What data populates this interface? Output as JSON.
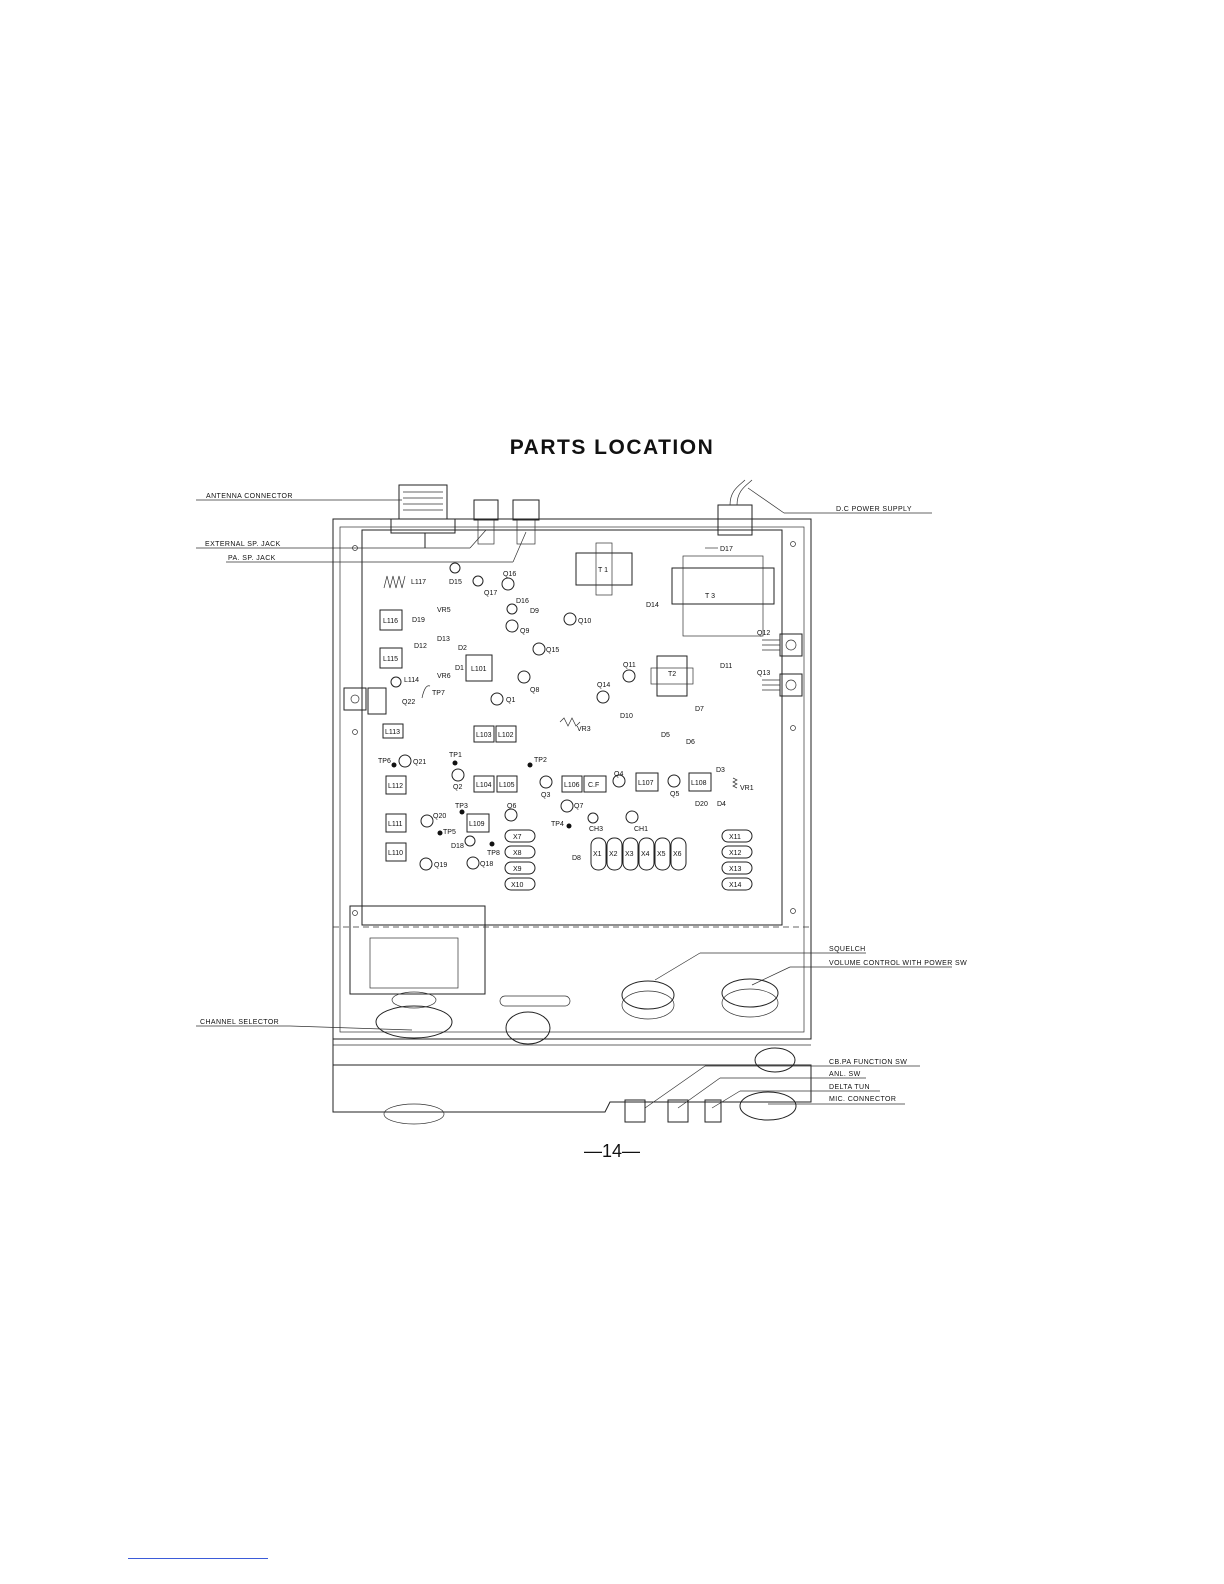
{
  "title": "PARTS LOCATION",
  "page_number": "—14—",
  "callouts": {
    "antenna": "ANTENNA CONNECTOR",
    "ext_sp": "EXTERNAL SP. JACK",
    "pa_sp": "PA. SP. JACK",
    "dc": "D.C POWER SUPPLY",
    "squelch": "SQUELCH",
    "volume": "VOLUME CONTROL WITH POWER SW",
    "channel": "CHANNEL SELECTOR",
    "cbpa": "CB.PA FUNCTION SW",
    "anl": "ANL. SW",
    "delta": "DELTA TUN",
    "mic": "MIC. CONNECTOR"
  },
  "components": {
    "L117": "L117",
    "D15": "D15",
    "Q16": "Q16",
    "Q17": "Q17",
    "D16": "D16",
    "D9": "D9",
    "Q9": "Q9",
    "Q10": "Q10",
    "L116": "L116",
    "D19": "D19",
    "VR5": "VR5",
    "D12": "D12",
    "D13": "D13",
    "D2": "D2",
    "D1": "D1",
    "VR6": "VR6",
    "L115": "L115",
    "L101": "L101",
    "Q15": "Q15",
    "Q8": "Q8",
    "L114": "L114",
    "TP7": "TP7",
    "Q22": "Q22",
    "Q1": "Q1",
    "T1": "T 1",
    "D17": "D17",
    "D14": "D14",
    "T3": "T 3",
    "Q12": "Q12",
    "Q13": "Q13",
    "T2": "T2",
    "D11": "D11",
    "Q11": "Q11",
    "Q14": "Q14",
    "D10": "D10",
    "D7": "D7",
    "VR3": "VR3",
    "D5": "D5",
    "D6": "D6",
    "L113": "L113",
    "L103": "L103",
    "L102": "L102",
    "TP1": "TP1",
    "TP2": "TP2",
    "TP6": "TP6",
    "Q21": "Q21",
    "L112": "L112",
    "Q2": "Q2",
    "L104": "L104",
    "L105": "L105",
    "Q3": "Q3",
    "L106": "L106",
    "CF": "C.F",
    "Q4": "Q4",
    "L107": "L107",
    "Q5": "Q5",
    "L108": "L108",
    "D3": "D3",
    "VR1": "VR1",
    "D20": "D20",
    "D4": "D4",
    "Q20": "Q20",
    "TP3": "TP3",
    "Q6": "Q6",
    "Q7": "Q7",
    "L111": "L111",
    "L109": "L109",
    "TP5": "TP5",
    "TP4": "TP4",
    "CH3": "CH3",
    "CH1": "CH1",
    "D18": "D18",
    "TP8": "TP8",
    "L110": "L110",
    "Q19": "Q19",
    "Q18": "Q18",
    "D8": "D8",
    "X1": "X1",
    "X2": "X2",
    "X3": "X3",
    "X4": "X4",
    "X5": "X5",
    "X6": "X6",
    "X7": "X7",
    "X8": "X8",
    "X9": "X9",
    "X10": "X10",
    "X11": "X11",
    "X12": "X12",
    "X13": "X13",
    "X14": "X14"
  }
}
